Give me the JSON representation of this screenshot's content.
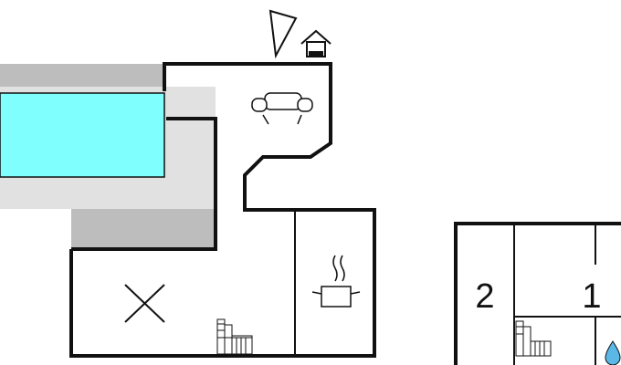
{
  "floorplan": {
    "rooms": [
      {
        "id": "bedroom-2",
        "label": "2"
      },
      {
        "id": "bedroom-1",
        "label": "1"
      }
    ],
    "symbols": [
      "compass-icon",
      "house-entrance-icon",
      "sofa-icon",
      "cooking-pot-icon",
      "cross-mark-icon",
      "stairs-icon",
      "water-drop-icon"
    ],
    "colors": {
      "wall": "#111111",
      "pool_water": "#80ffff",
      "terrace": "#e1e1e1",
      "roofed_area": "#bdbdbd",
      "floor": "#ffffff",
      "water_drop": "#5ab7e6"
    }
  }
}
